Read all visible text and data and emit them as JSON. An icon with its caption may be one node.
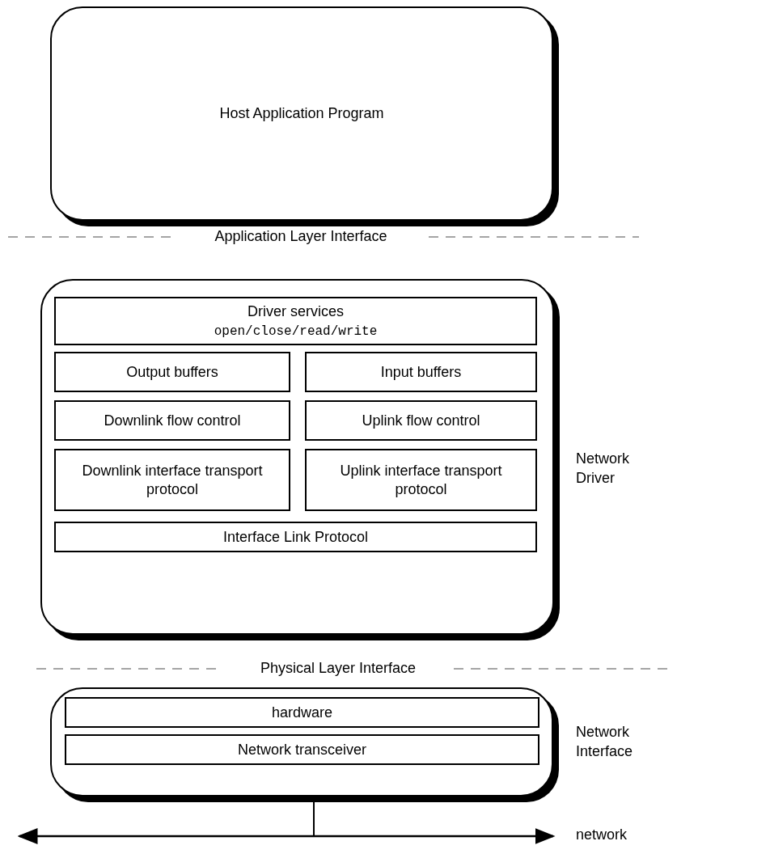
{
  "diagram": {
    "nodes": [
      {
        "text": [
          "Host Application Program"
        ]
      },
      {
        "text": [
          "Network Driver"
        ]
      },
      {
        "text": [
          "Driver services",
          "open/close/read/write"
        ],
        "in": 1
      },
      {
        "text": [
          "Output buffers"
        ],
        "in": 1
      },
      {
        "text": [
          "Input buffers"
        ],
        "in": 1
      },
      {
        "text": [
          "Downlink flow control"
        ],
        "in": 1
      },
      {
        "text": [
          "Uplink flow control"
        ],
        "in": 1
      },
      {
        "text": [
          "Downlink interface transport protocol"
        ],
        "in": 1
      },
      {
        "text": [
          "Uplink interface transport protocol"
        ],
        "in": 1
      },
      {
        "text": [
          "Interface Link Protocol"
        ],
        "in": 1
      },
      {
        "text": [
          "Network Interface"
        ]
      },
      {
        "text": [
          "hardware"
        ],
        "in": 10
      },
      {
        "text": [
          "Network transceiver"
        ],
        "in": 10
      },
      {
        "text": [],
        "shape": "bar",
        "beside": [
          "network"
        ]
      }
    ],
    "edges": [
      {
        "from": 10,
        "to": 13,
        "arrow": "none"
      }
    ],
    "labels": [
      "Application Layer Interface",
      "Physical Layer Interface"
    ]
  }
}
